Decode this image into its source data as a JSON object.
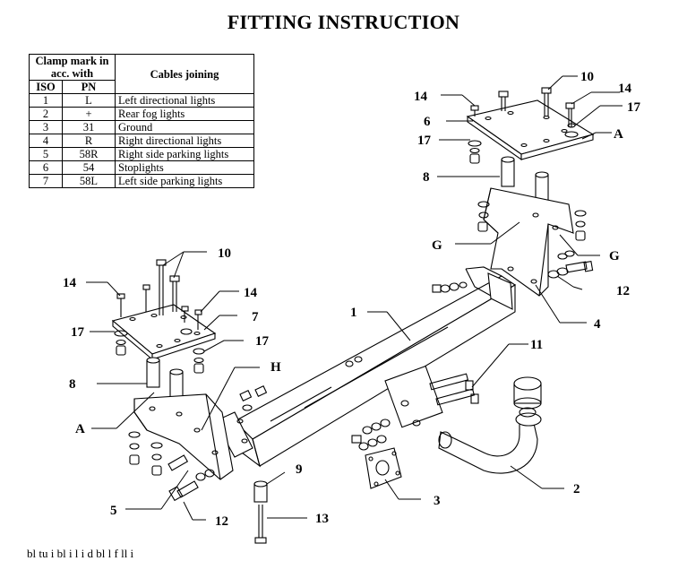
{
  "title": "FITTING INSTRUCTION",
  "table": {
    "header_clamp": "Clamp mark in acc. with",
    "header_cables": "Cables joining",
    "col_iso": "ISO",
    "col_pn": "PN",
    "rows": [
      {
        "iso": "1",
        "pn": "L",
        "cable": "Left directional lights"
      },
      {
        "iso": "2",
        "pn": "+",
        "cable": "Rear fog lights"
      },
      {
        "iso": "3",
        "pn": "31",
        "cable": "Ground"
      },
      {
        "iso": "4",
        "pn": "R",
        "cable": "Right directional lights"
      },
      {
        "iso": "5",
        "pn": "58R",
        "cable": "Right side parking lights"
      },
      {
        "iso": "6",
        "pn": "54",
        "cable": "Stoplights"
      },
      {
        "iso": "7",
        "pn": "58L",
        "cable": "Left side parking lights"
      }
    ]
  },
  "labels": {
    "l1": "1",
    "l2": "2",
    "l3": "3",
    "l4": "4",
    "l5": "5",
    "l6": "6",
    "l7": "7",
    "l8a": "8",
    "l8b": "8",
    "l9": "9",
    "l10a": "10",
    "l10b": "10",
    "l11": "11",
    "l12a": "12",
    "l12b": "12",
    "l13": "13",
    "l14a": "14",
    "l14b": "14",
    "l14c": "14",
    "l14d": "14",
    "l17a": "17",
    "l17b": "17",
    "l17c": "17",
    "l17d": "17",
    "lA1": "A",
    "lA2": "A",
    "lG1": "G",
    "lG2": "G",
    "lH": "H"
  },
  "footer": "bl   tu  i   bl  i  l  i    d   bl  l  f ll  i"
}
